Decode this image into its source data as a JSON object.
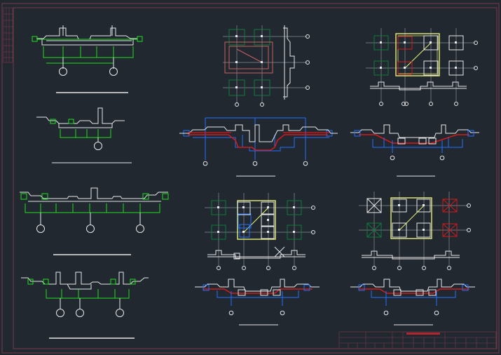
{
  "drawing": {
    "background": "#212830",
    "frame_color": "#7a3a4e",
    "colors": {
      "white": "#e8e8e8",
      "green": "#1ee01e",
      "dark_green": "#0f7a3a",
      "red": "#d11a1a",
      "blue": "#1f6fff",
      "yellow": "#e6f07a",
      "pink": "#c86060",
      "grey": "#8a8f94",
      "title_red": "#b0262e"
    },
    "sections": [
      {
        "name": "section-a"
      },
      {
        "name": "section-b"
      },
      {
        "name": "section-c"
      },
      {
        "name": "section-d"
      }
    ],
    "plans": [
      {
        "name": "plan-top-middle"
      },
      {
        "name": "plan-top-right"
      },
      {
        "name": "plan-mid-middle"
      },
      {
        "name": "plan-mid-right"
      }
    ]
  }
}
